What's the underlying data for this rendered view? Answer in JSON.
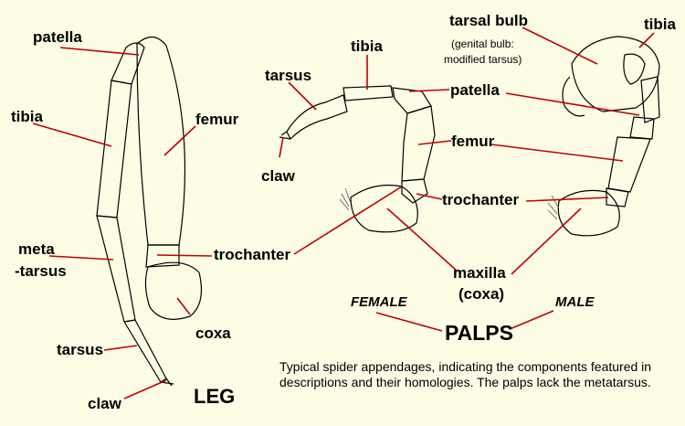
{
  "leg": {
    "title": "LEG",
    "labels": {
      "patella": "patella",
      "tibia": "tibia",
      "femur": "femur",
      "metatarsus_1": "meta",
      "metatarsus_2": "-tarsus",
      "trochanter": "trochanter",
      "coxa": "coxa",
      "tarsus": "tarsus",
      "claw": "claw"
    }
  },
  "female_palp": {
    "heading": "FEMALE",
    "labels": {
      "tibia": "tibia",
      "tarsus": "tarsus",
      "claw": "claw",
      "patella": "patella",
      "femur": "femur",
      "trochanter": "trochanter",
      "maxilla_1": "maxilla",
      "maxilla_2": "(coxa)"
    }
  },
  "male_palp": {
    "heading": "MALE",
    "labels": {
      "tarsal_bulb": "tarsal bulb",
      "genital_bulb_1": "(genital bulb:",
      "genital_bulb_2": "modified tarsus)",
      "tibia": "tibia"
    }
  },
  "palps_title": "PALPS",
  "caption": "Typical spider appendages, indicating the components featured in descriptions and their homologies. The palps lack the metatarsus.",
  "colors": {
    "background": "#fdfde6",
    "label_lines": "#c00000",
    "outline": "#000000"
  }
}
